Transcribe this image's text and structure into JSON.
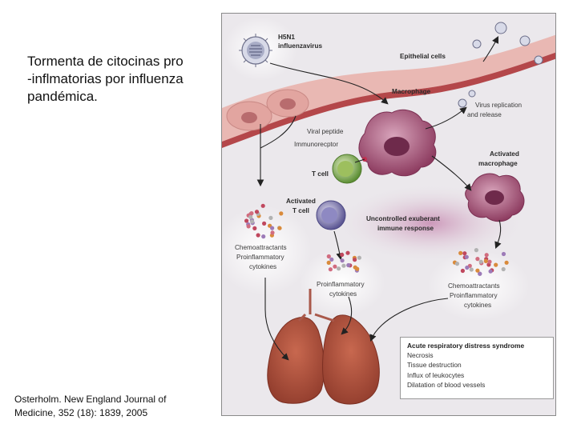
{
  "slide": {
    "title": "Tormenta de citocinas pro\n-inflmatorias por influenza\npandémica.",
    "citation": "Osterholm. New England Journal of\nMedicine, 352 (18): 1839, 2005"
  },
  "figure": {
    "labels": {
      "h5n1_line1": "H5N1",
      "h5n1_line2": "influenzavirus",
      "epithelial": "Epithelial cells",
      "macrophage": "Macrophage",
      "virus_rep_line1": "Virus replication",
      "virus_rep_line2": "and release",
      "viral_peptide": "Viral peptide",
      "immunoreceptor": "Immunorecptor",
      "t_cell": "T cell",
      "activated_mac_line1": "Activated",
      "activated_mac_line2": "macrophage",
      "activated_t_line1": "Activated",
      "activated_t_line2": "T cell",
      "uncontrolled_line1": "Uncontrolled exuberant",
      "uncontrolled_line2": "immune response",
      "left_cyto_line1": "Chemoattractants",
      "left_cyto_line2": "Proinflammatory",
      "left_cyto_line3": "cytokines",
      "mid_cyto_line1": "Proinflammatory",
      "mid_cyto_line2": "cytokines",
      "right_cyto_line1": "Chemoattractants",
      "right_cyto_line2": "Proinflammatory",
      "right_cyto_line3": "cytokines"
    },
    "ards_box": {
      "title": "Acute respiratory distress syndrome",
      "items": [
        "Necrosis",
        "Tissue destruction",
        "Influx of leukocytes",
        "Dilatation of blood vessels"
      ]
    }
  },
  "colors": {
    "figure_background": "#ebe8ec",
    "epithelium": "#e9b8b3",
    "epithelium_band": "#b4474a",
    "macrophage": "#a14a6c",
    "t_cell": "#76a94a",
    "activated_t_cell": "#7b76ad",
    "lung": "#b0533f"
  }
}
